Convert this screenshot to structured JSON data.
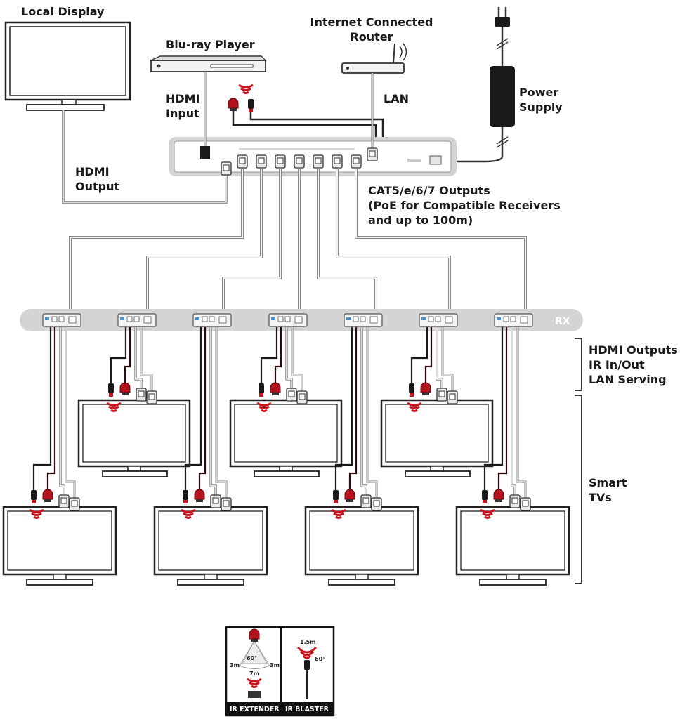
{
  "labels": {
    "local_display": "Local Display",
    "bluray": "Blu-ray Player",
    "router_line1": "Internet Connected",
    "router_line2": "Router",
    "power_line1": "Power",
    "power_line2": "Supply",
    "hdmi_input_line1": "HDMI",
    "hdmi_input_line2": "Input",
    "lan": "LAN",
    "hdmi_output_line1": "HDMI",
    "hdmi_output_line2": "Output",
    "cat_line1": "CAT5/e/6/7 Outputs",
    "cat_line2": "(PoE for Compatible Receivers",
    "cat_line3": "and up to 100m)",
    "rx": "RX",
    "rx_features_line1": "HDMI Outputs",
    "rx_features_line2": "IR In/Out",
    "rx_features_line3": "LAN Serving",
    "smart_tvs_line1": "Smart",
    "smart_tvs_line2": "TVs"
  },
  "legend": {
    "ir_extender": "IR EXTENDER",
    "ir_blaster": "IR BLASTER",
    "extender_distance_side": "3m",
    "extender_distance_front": "7m",
    "extender_angle": "60°",
    "blaster_distance": "1.5m",
    "blaster_angle": "60°"
  },
  "colors": {
    "ir_red": "#c8141e",
    "device_gray": "#d4d4d4",
    "cable_gray": "#b8b8b8",
    "text": "#1a1a1a"
  }
}
